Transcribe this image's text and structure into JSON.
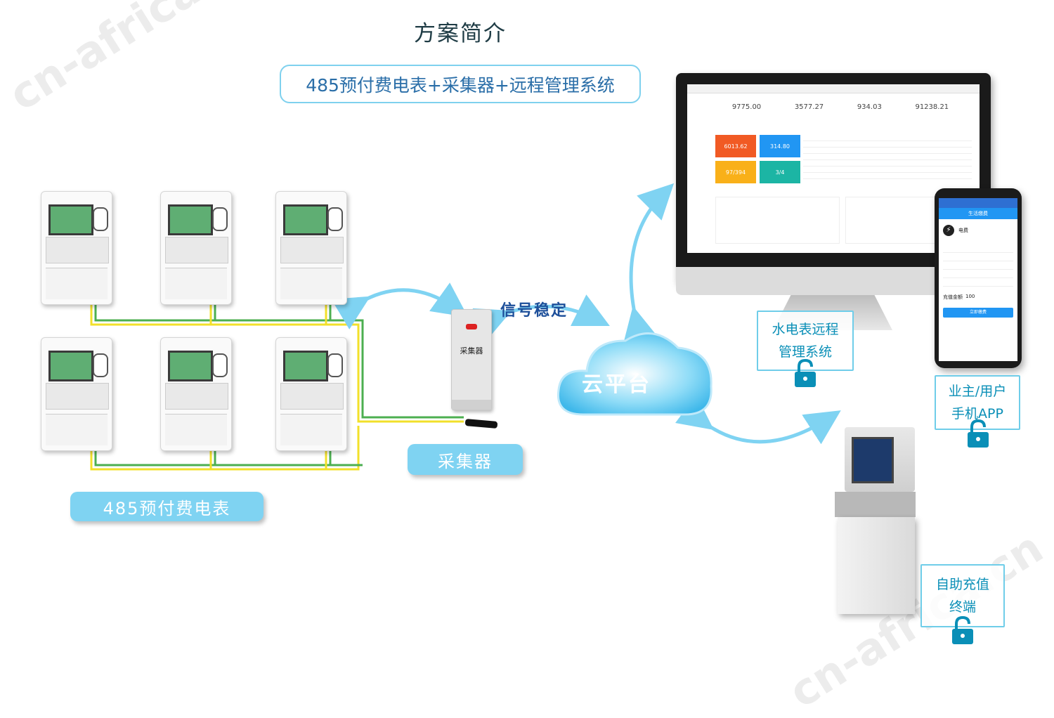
{
  "title": "方案简介",
  "subtitle": "485预付费电表+采集器+远程管理系统",
  "watermark_text": "cn-africa.cn",
  "meters_label": "485预付费电表",
  "collector_label": "采集器",
  "collector_device_text": "采集器",
  "signal_label": "信号稳定",
  "cloud_label": "云平台",
  "remote_system": {
    "line1": "水电表远程",
    "line2": "管理系统"
  },
  "mobile_app": {
    "line1": "业主/用户",
    "line2": "手机APP"
  },
  "kiosk": {
    "line1": "自助充值",
    "line2": "终端"
  },
  "dashboard": {
    "stats": [
      "9775.00",
      "3577.27",
      "934.03",
      "91238.21"
    ],
    "tiles": [
      "6013.62",
      "314.80",
      "97/394",
      "3/4"
    ]
  },
  "phone": {
    "header": "生活缴费",
    "service": "电费",
    "amount_label": "充值金额",
    "amount": "100",
    "button": "立即缴费"
  },
  "colors": {
    "accent": "#7fd3f2",
    "wire_green": "#4caf50",
    "wire_yellow": "#f2e02a",
    "box_text": "#0a8fb7"
  },
  "icons": [
    "lock-icon",
    "cloud-icon",
    "arrow-icon"
  ]
}
